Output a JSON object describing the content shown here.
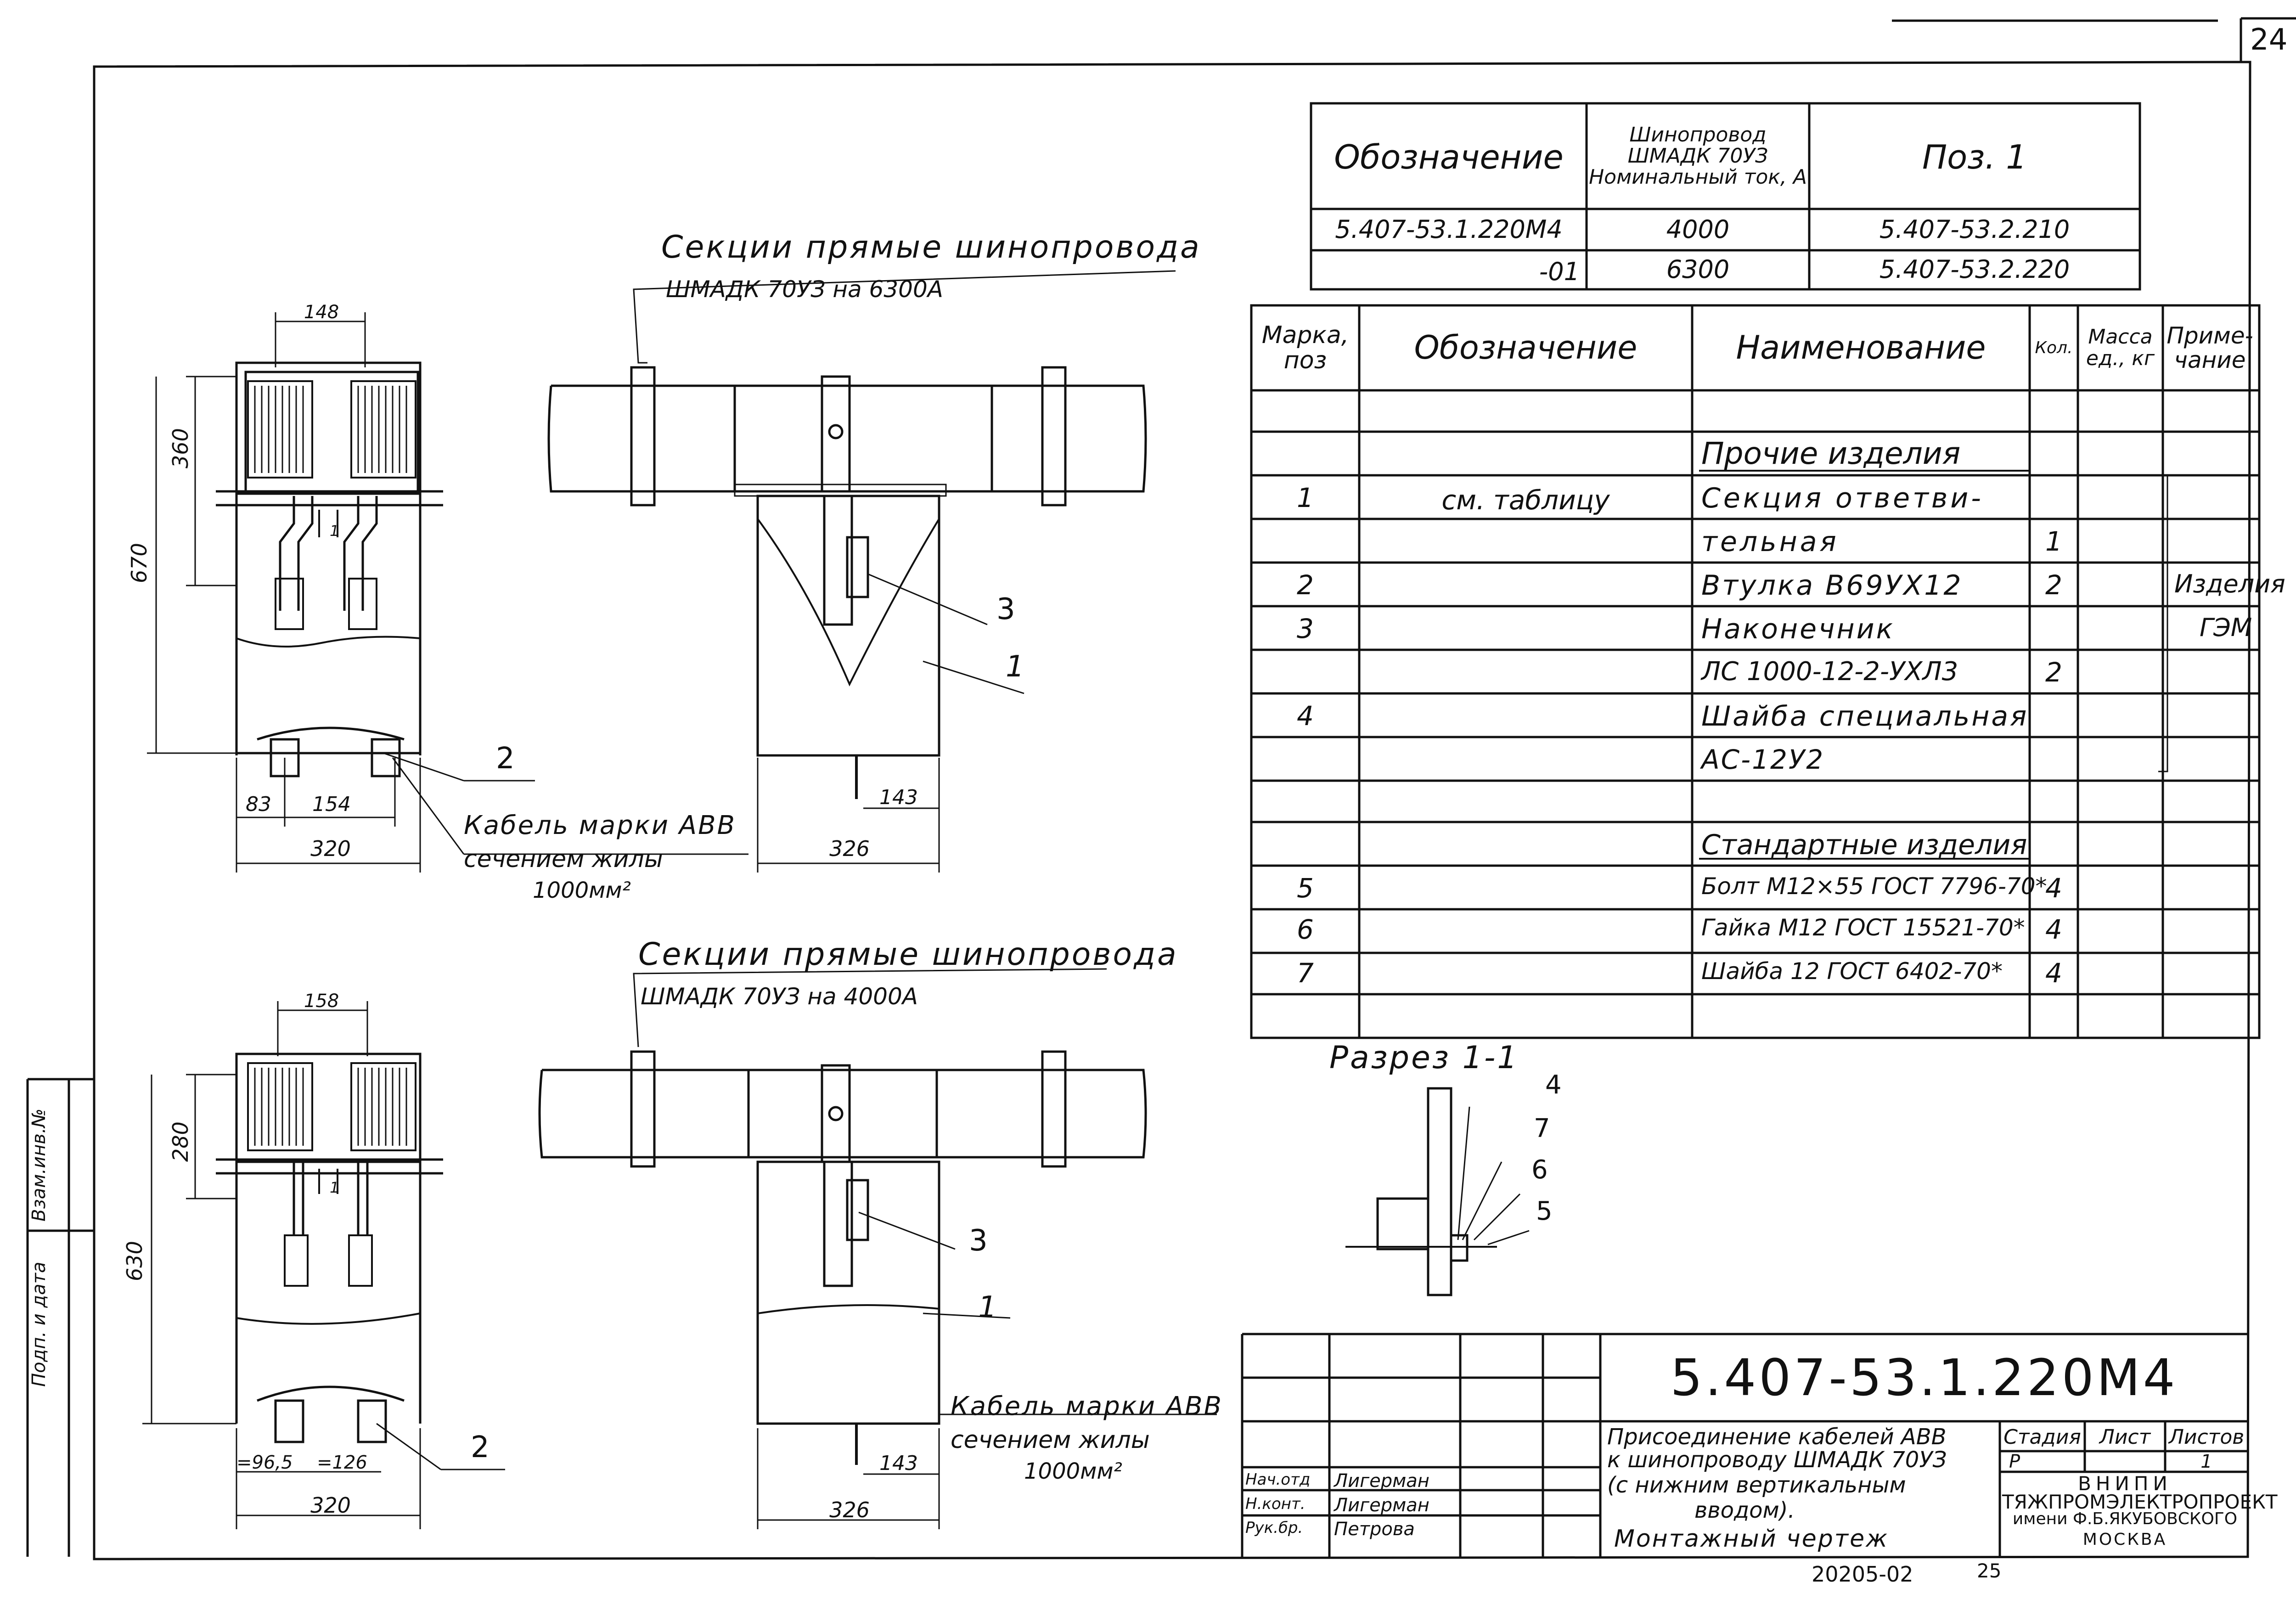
{
  "sheet": {
    "corner_number": "24",
    "page_number": "25",
    "archive_code": "20205-02"
  },
  "variant_table": {
    "headers": [
      "Обозначение",
      "Шинопровод ШМАДК 70УЗ Номинальный ток, А",
      "Поз. 1"
    ],
    "rows": [
      [
        "5.407-53.1.220М4",
        "4000",
        "5.407-53.2.210"
      ],
      [
        "-01",
        "6300",
        "5.407-53.2.220"
      ]
    ]
  },
  "spec_table": {
    "headers": {
      "mark": "Марка, поз",
      "designation": "Обозначение",
      "name": "Наименование",
      "qty": "Кол.",
      "mass": "Масса ед., кг",
      "note": "Приме- чание"
    },
    "rows": [
      {
        "mark": "",
        "designation": "",
        "name": "Прочие изделия",
        "qty": "",
        "note": "",
        "section": true
      },
      {
        "mark": "1",
        "designation": "см. таблицу",
        "name": "Секция ответви-",
        "qty": "",
        "note": ""
      },
      {
        "mark": "",
        "designation": "",
        "name": "тельная",
        "qty": "1",
        "note": ""
      },
      {
        "mark": "2",
        "designation": "",
        "name": "Втулка В69УХ12",
        "qty": "2",
        "note": "Изделия"
      },
      {
        "mark": "3",
        "designation": "",
        "name": "Наконечник",
        "qty": "",
        "note": "ГЭМ"
      },
      {
        "mark": "",
        "designation": "",
        "name": "ЛС 1000-12-2-УХЛ3",
        "qty": "2",
        "note": ""
      },
      {
        "mark": "4",
        "designation": "",
        "name": "Шайба специальная",
        "qty": "",
        "note": ""
      },
      {
        "mark": "",
        "designation": "",
        "name": "АС-12У2",
        "qty": "",
        "note": ""
      },
      {
        "mark": "",
        "designation": "",
        "name": "",
        "qty": "",
        "note": ""
      },
      {
        "mark": "",
        "designation": "",
        "name": "Стандартные изделия",
        "qty": "",
        "note": "",
        "section": true
      },
      {
        "mark": "5",
        "designation": "",
        "name": "Болт М12×55 ГОСТ 7796-70*",
        "qty": "4",
        "note": ""
      },
      {
        "mark": "6",
        "designation": "",
        "name": "Гайка М12 ГОСТ 15521-70*",
        "qty": "4",
        "note": ""
      },
      {
        "mark": "7",
        "designation": "",
        "name": "Шайба 12 ГОСТ 6402-70*",
        "qty": "4",
        "note": ""
      },
      {
        "mark": "",
        "designation": "",
        "name": "",
        "qty": "",
        "note": ""
      }
    ]
  },
  "views": {
    "top_section_label": "Секции прямые шинопровода",
    "top_section_type": "ШМАДК 70УЗ на 6300А",
    "bottom_section_label": "Секции прямые шинопровода",
    "bottom_section_type": "ШМАДК 70УЗ на 4000А",
    "cable_label_1": "Кабель марки АВВ",
    "cable_label_2": "сечением жилы",
    "cable_label_3": "1000мм²",
    "section_cut_title": "Разрез 1-1",
    "cut_marker": "1",
    "top_dims": {
      "d148": "148",
      "d360": "360",
      "d670": "670",
      "d83": "83",
      "d154": "154",
      "d320": "320",
      "d326": "326",
      "d143": "143"
    },
    "bottom_dims": {
      "d158": "158",
      "d280": "280",
      "d630": "630",
      "d96": "=96,5",
      "d126": "=126",
      "d320": "320",
      "d326": "326",
      "d143": "143"
    },
    "callouts": {
      "p1": "1",
      "p2": "2",
      "p3": "3",
      "p4": "4",
      "p5": "5",
      "p6": "6",
      "p7": "7"
    }
  },
  "left_strip": {
    "label_1": "Взам.инв.№",
    "label_2": "Подп. и дата"
  },
  "title_block": {
    "designation": "5.407-53.1.220М4",
    "title_lines": [
      "Присоединение кабелей АВВ",
      "к шинопроводу ШМАДК 70УЗ",
      "(с нижним вертикальным",
      "вводом)."
    ],
    "doc_type": "Монтажный чертеж",
    "stage_label": "Стадия",
    "sheet_label": "Лист",
    "sheets_label": "Листов",
    "stage": "Р",
    "sheet": "",
    "sheets": "1",
    "org_lines": [
      "ВНИПИ",
      "ТЯЖПРОМЭЛЕКТРОПРОЕКТ",
      "имени Ф.Б.ЯКУБОВСКОГО",
      "МОСКВА"
    ],
    "signers": [
      {
        "role": "Нач.отд",
        "name": "Лигерман"
      },
      {
        "role": "Н.конт.",
        "name": "Лигерман"
      },
      {
        "role": "Рук.бр.",
        "name": "Петрова"
      }
    ]
  }
}
